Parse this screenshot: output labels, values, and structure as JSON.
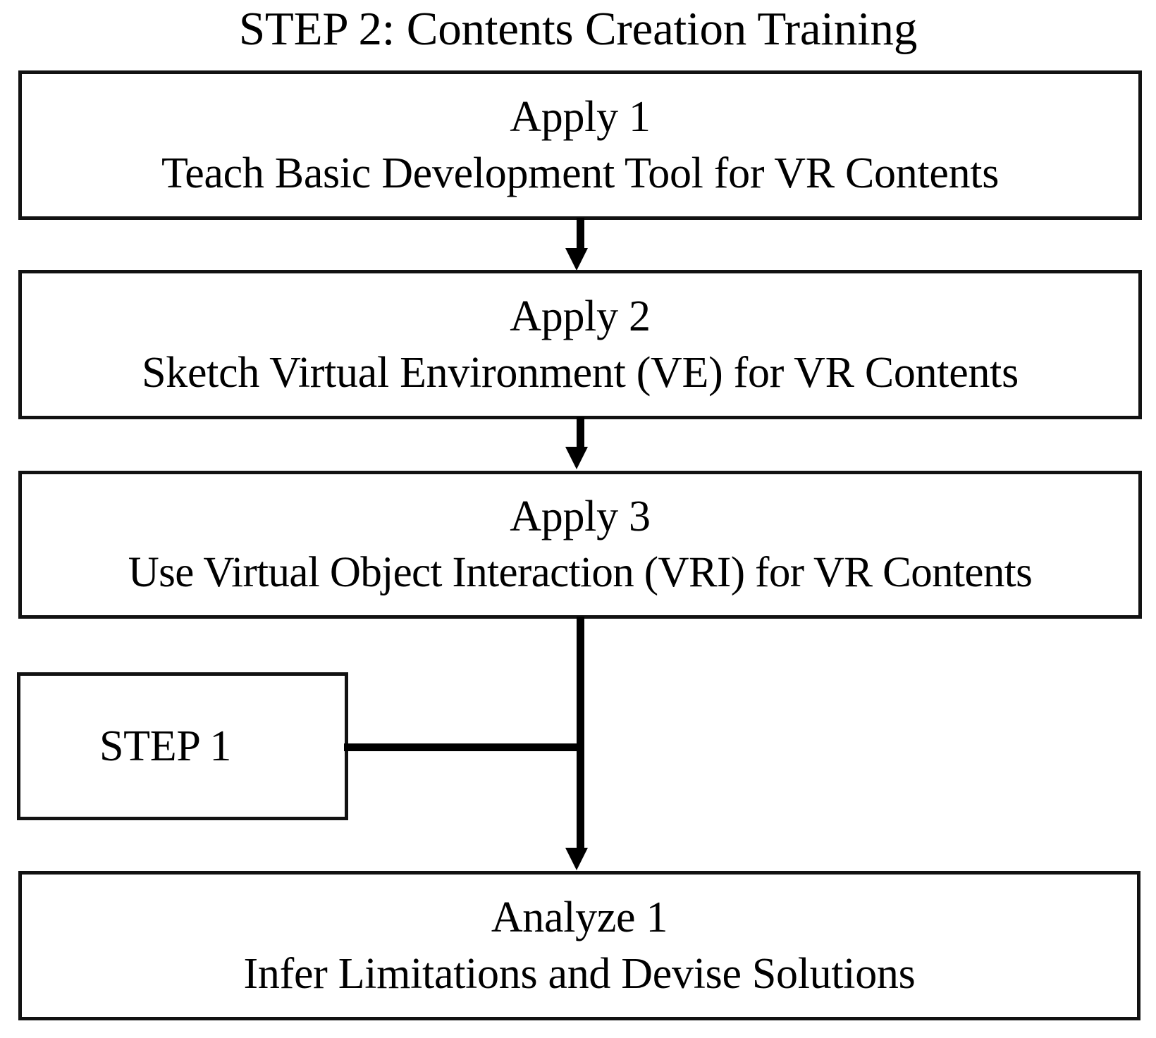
{
  "diagram": {
    "title": "STEP 2: Contents Creation Training",
    "type": "flowchart",
    "orientation": "vertical",
    "nodes": [
      {
        "id": "apply-1",
        "title": "Apply 1",
        "detail": "Teach Basic Development Tool for VR Contents"
      },
      {
        "id": "apply-2",
        "title": "Apply 2",
        "detail": "Sketch Virtual Environment (VE) for VR Contents"
      },
      {
        "id": "apply-3",
        "title": "Apply 3",
        "detail": "Use Virtual Object Interaction (VRI) for VR Contents"
      },
      {
        "id": "step-1",
        "title": "STEP 1",
        "detail": ""
      },
      {
        "id": "analyze-1",
        "title": "Analyze 1",
        "detail": "Infer Limitations and Devise Solutions"
      }
    ],
    "edges": [
      {
        "from": "apply-1",
        "to": "apply-2",
        "style": "arrow-down"
      },
      {
        "from": "apply-2",
        "to": "apply-3",
        "style": "arrow-down"
      },
      {
        "from": "apply-3",
        "to": "analyze-1",
        "style": "arrow-down"
      },
      {
        "from": "step-1",
        "to": "analyze-1",
        "style": "line-right-join"
      }
    ],
    "colors": {
      "stroke": "#121212",
      "background": "#ffffff",
      "text": "#000000"
    }
  }
}
